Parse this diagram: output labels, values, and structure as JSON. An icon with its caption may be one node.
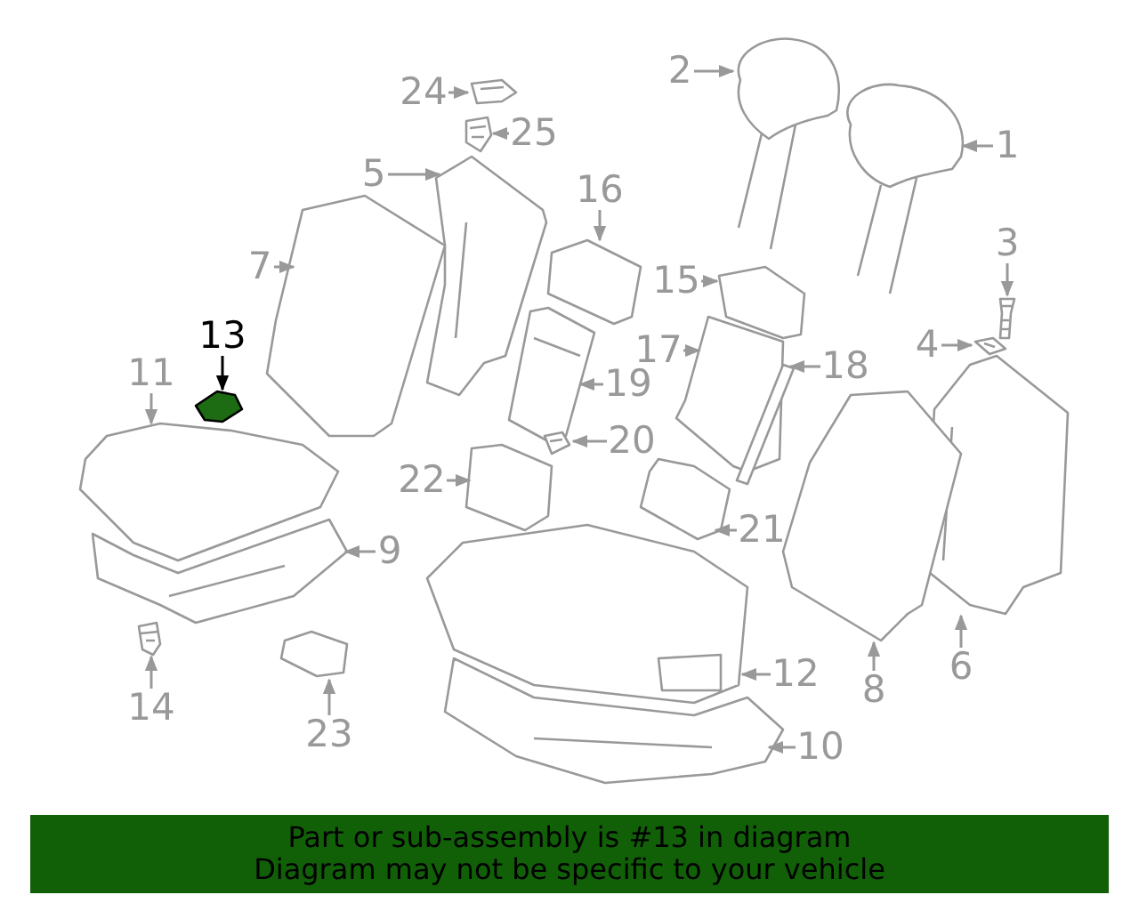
{
  "diagram": {
    "nodes": [
      {
        "text": [
          "1"
        ]
      },
      {
        "text": [
          "2"
        ]
      },
      {
        "text": [
          "3"
        ]
      },
      {
        "text": [
          "4"
        ]
      },
      {
        "text": [
          "5"
        ]
      },
      {
        "text": [
          "6"
        ]
      },
      {
        "text": [
          "7"
        ]
      },
      {
        "text": [
          "8"
        ]
      },
      {
        "text": [
          "9"
        ]
      },
      {
        "text": [
          "10"
        ]
      },
      {
        "text": [
          "11"
        ]
      },
      {
        "text": [
          "12"
        ]
      },
      {
        "text": [
          "13"
        ]
      },
      {
        "text": [
          "14"
        ]
      },
      {
        "text": [
          "15"
        ]
      },
      {
        "text": [
          "16"
        ]
      },
      {
        "text": [
          "17"
        ]
      },
      {
        "text": [
          "18"
        ]
      },
      {
        "text": [
          "19"
        ]
      },
      {
        "text": [
          "20"
        ]
      },
      {
        "text": [
          "21"
        ]
      },
      {
        "text": [
          "22"
        ]
      },
      {
        "text": [
          "23"
        ]
      },
      {
        "text": [
          "24"
        ]
      },
      {
        "text": [
          "25"
        ]
      },
      {
        "text": [],
        "shape": "picture"
      },
      {
        "text": [],
        "shape": "picture"
      },
      {
        "text": [],
        "shape": "picture"
      },
      {
        "text": [],
        "shape": "picture"
      },
      {
        "text": [],
        "shape": "picture"
      },
      {
        "text": [],
        "shape": "picture"
      },
      {
        "text": [],
        "shape": "picture"
      },
      {
        "text": [],
        "shape": "picture"
      },
      {
        "text": [],
        "shape": "picture"
      },
      {
        "text": [],
        "shape": "picture"
      },
      {
        "text": [],
        "shape": "picture"
      },
      {
        "text": [],
        "shape": "picture"
      },
      {
        "text": [],
        "shape": "picture"
      },
      {
        "text": [],
        "shape": "picture"
      },
      {
        "text": [],
        "shape": "picture"
      },
      {
        "text": [],
        "shape": "picture"
      },
      {
        "text": [],
        "shape": "picture"
      },
      {
        "text": [],
        "shape": "picture"
      },
      {
        "text": [],
        "shape": "picture"
      },
      {
        "text": [],
        "shape": "picture"
      },
      {
        "text": [],
        "shape": "picture"
      },
      {
        "text": [],
        "shape": "picture"
      },
      {
        "text": [],
        "shape": "picture"
      },
      {
        "text": [],
        "shape": "picture"
      },
      {
        "text": [],
        "shape": "picture"
      },
      {
        "text": [
          "Part or sub-assembly is #13 in diagram",
          "Diagram may not be specific to your vehicle"
        ]
      }
    ],
    "edges": [
      {
        "from": 0,
        "to": 25,
        "arrow": "to"
      },
      {
        "from": 1,
        "to": 26,
        "arrow": "to"
      },
      {
        "from": 2,
        "to": 27,
        "arrow": "to"
      },
      {
        "from": 3,
        "to": 28,
        "arrow": "to"
      },
      {
        "from": 4,
        "to": 29,
        "arrow": "to"
      },
      {
        "from": 5,
        "to": 30,
        "arrow": "to"
      },
      {
        "from": 6,
        "to": 31,
        "arrow": "to"
      },
      {
        "from": 7,
        "to": 32,
        "arrow": "to"
      },
      {
        "from": 8,
        "to": 33,
        "arrow": "to"
      },
      {
        "from": 9,
        "to": 34,
        "arrow": "to"
      },
      {
        "from": 10,
        "to": 35,
        "arrow": "to"
      },
      {
        "from": 11,
        "to": 36,
        "arrow": "to"
      },
      {
        "from": 12,
        "to": 37,
        "arrow": "to",
        "color": "#000000"
      },
      {
        "from": 13,
        "to": 38,
        "arrow": "to"
      },
      {
        "from": 14,
        "to": 39,
        "arrow": "to"
      },
      {
        "from": 15,
        "to": 40,
        "arrow": "to"
      },
      {
        "from": 16,
        "to": 41,
        "arrow": "to"
      },
      {
        "from": 17,
        "to": 42,
        "arrow": "to"
      },
      {
        "from": 18,
        "to": 43,
        "arrow": "to"
      },
      {
        "from": 19,
        "to": 44,
        "arrow": "to"
      },
      {
        "from": 20,
        "to": 45,
        "arrow": "to"
      },
      {
        "from": 21,
        "to": 46,
        "arrow": "to"
      },
      {
        "from": 22,
        "to": 47,
        "arrow": "to"
      },
      {
        "from": 23,
        "to": 48,
        "arrow": "to"
      },
      {
        "from": 24,
        "to": 49,
        "arrow": "to"
      }
    ]
  }
}
